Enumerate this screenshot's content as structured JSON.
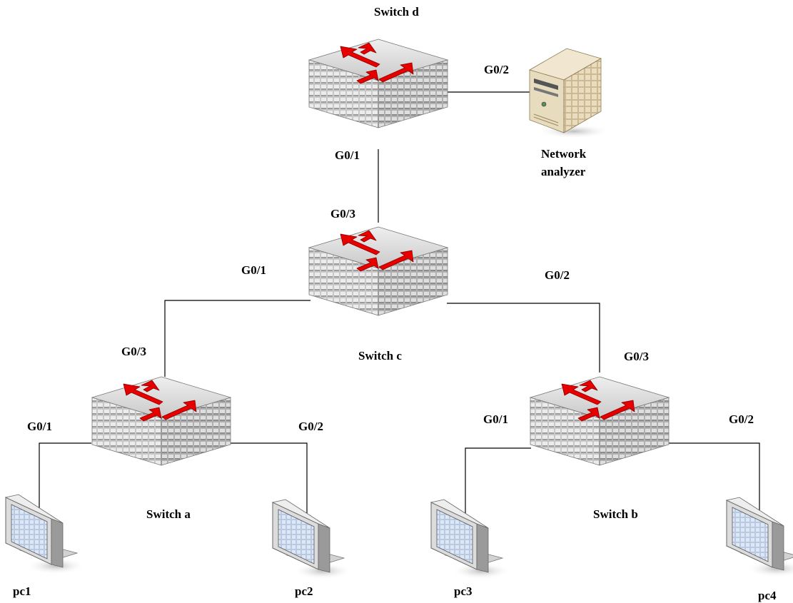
{
  "colors": {
    "arrow": "#e60000",
    "arrow_outline": "#8a0000",
    "switch_top": "#dadada",
    "switch_left": "#c4c4c4",
    "switch_right": "#b2b2b2",
    "server": "#e2d2b0",
    "monitor_frame": "#d8d8d8",
    "monitor_screen": "#c9d8ee"
  },
  "switches": {
    "d": {
      "label": "Switch d",
      "icon": "network-switch-icon"
    },
    "c": {
      "label": "Switch c",
      "icon": "network-switch-icon"
    },
    "a": {
      "label": "Switch a",
      "icon": "network-switch-icon"
    },
    "b": {
      "label": "Switch b",
      "icon": "network-switch-icon"
    }
  },
  "server": {
    "label_line1": "Network",
    "label_line2": "analyzer",
    "icon": "server-tower-icon"
  },
  "pcs": {
    "pc1": {
      "label": "pc1",
      "icon": "desktop-monitor-icon"
    },
    "pc2": {
      "label": "pc2",
      "icon": "desktop-monitor-icon"
    },
    "pc3": {
      "label": "pc3",
      "icon": "desktop-monitor-icon"
    },
    "pc4": {
      "label": "pc4",
      "icon": "desktop-monitor-icon"
    }
  },
  "ports": {
    "d_g02": "G0/2",
    "d_g01": "G0/1",
    "c_g03": "G0/3",
    "c_g01": "G0/1",
    "c_g02": "G0/2",
    "a_g03": "G0/3",
    "a_g01": "G0/1",
    "a_g02": "G0/2",
    "b_g03": "G0/3",
    "b_g01": "G0/1",
    "b_g02": "G0/2"
  }
}
